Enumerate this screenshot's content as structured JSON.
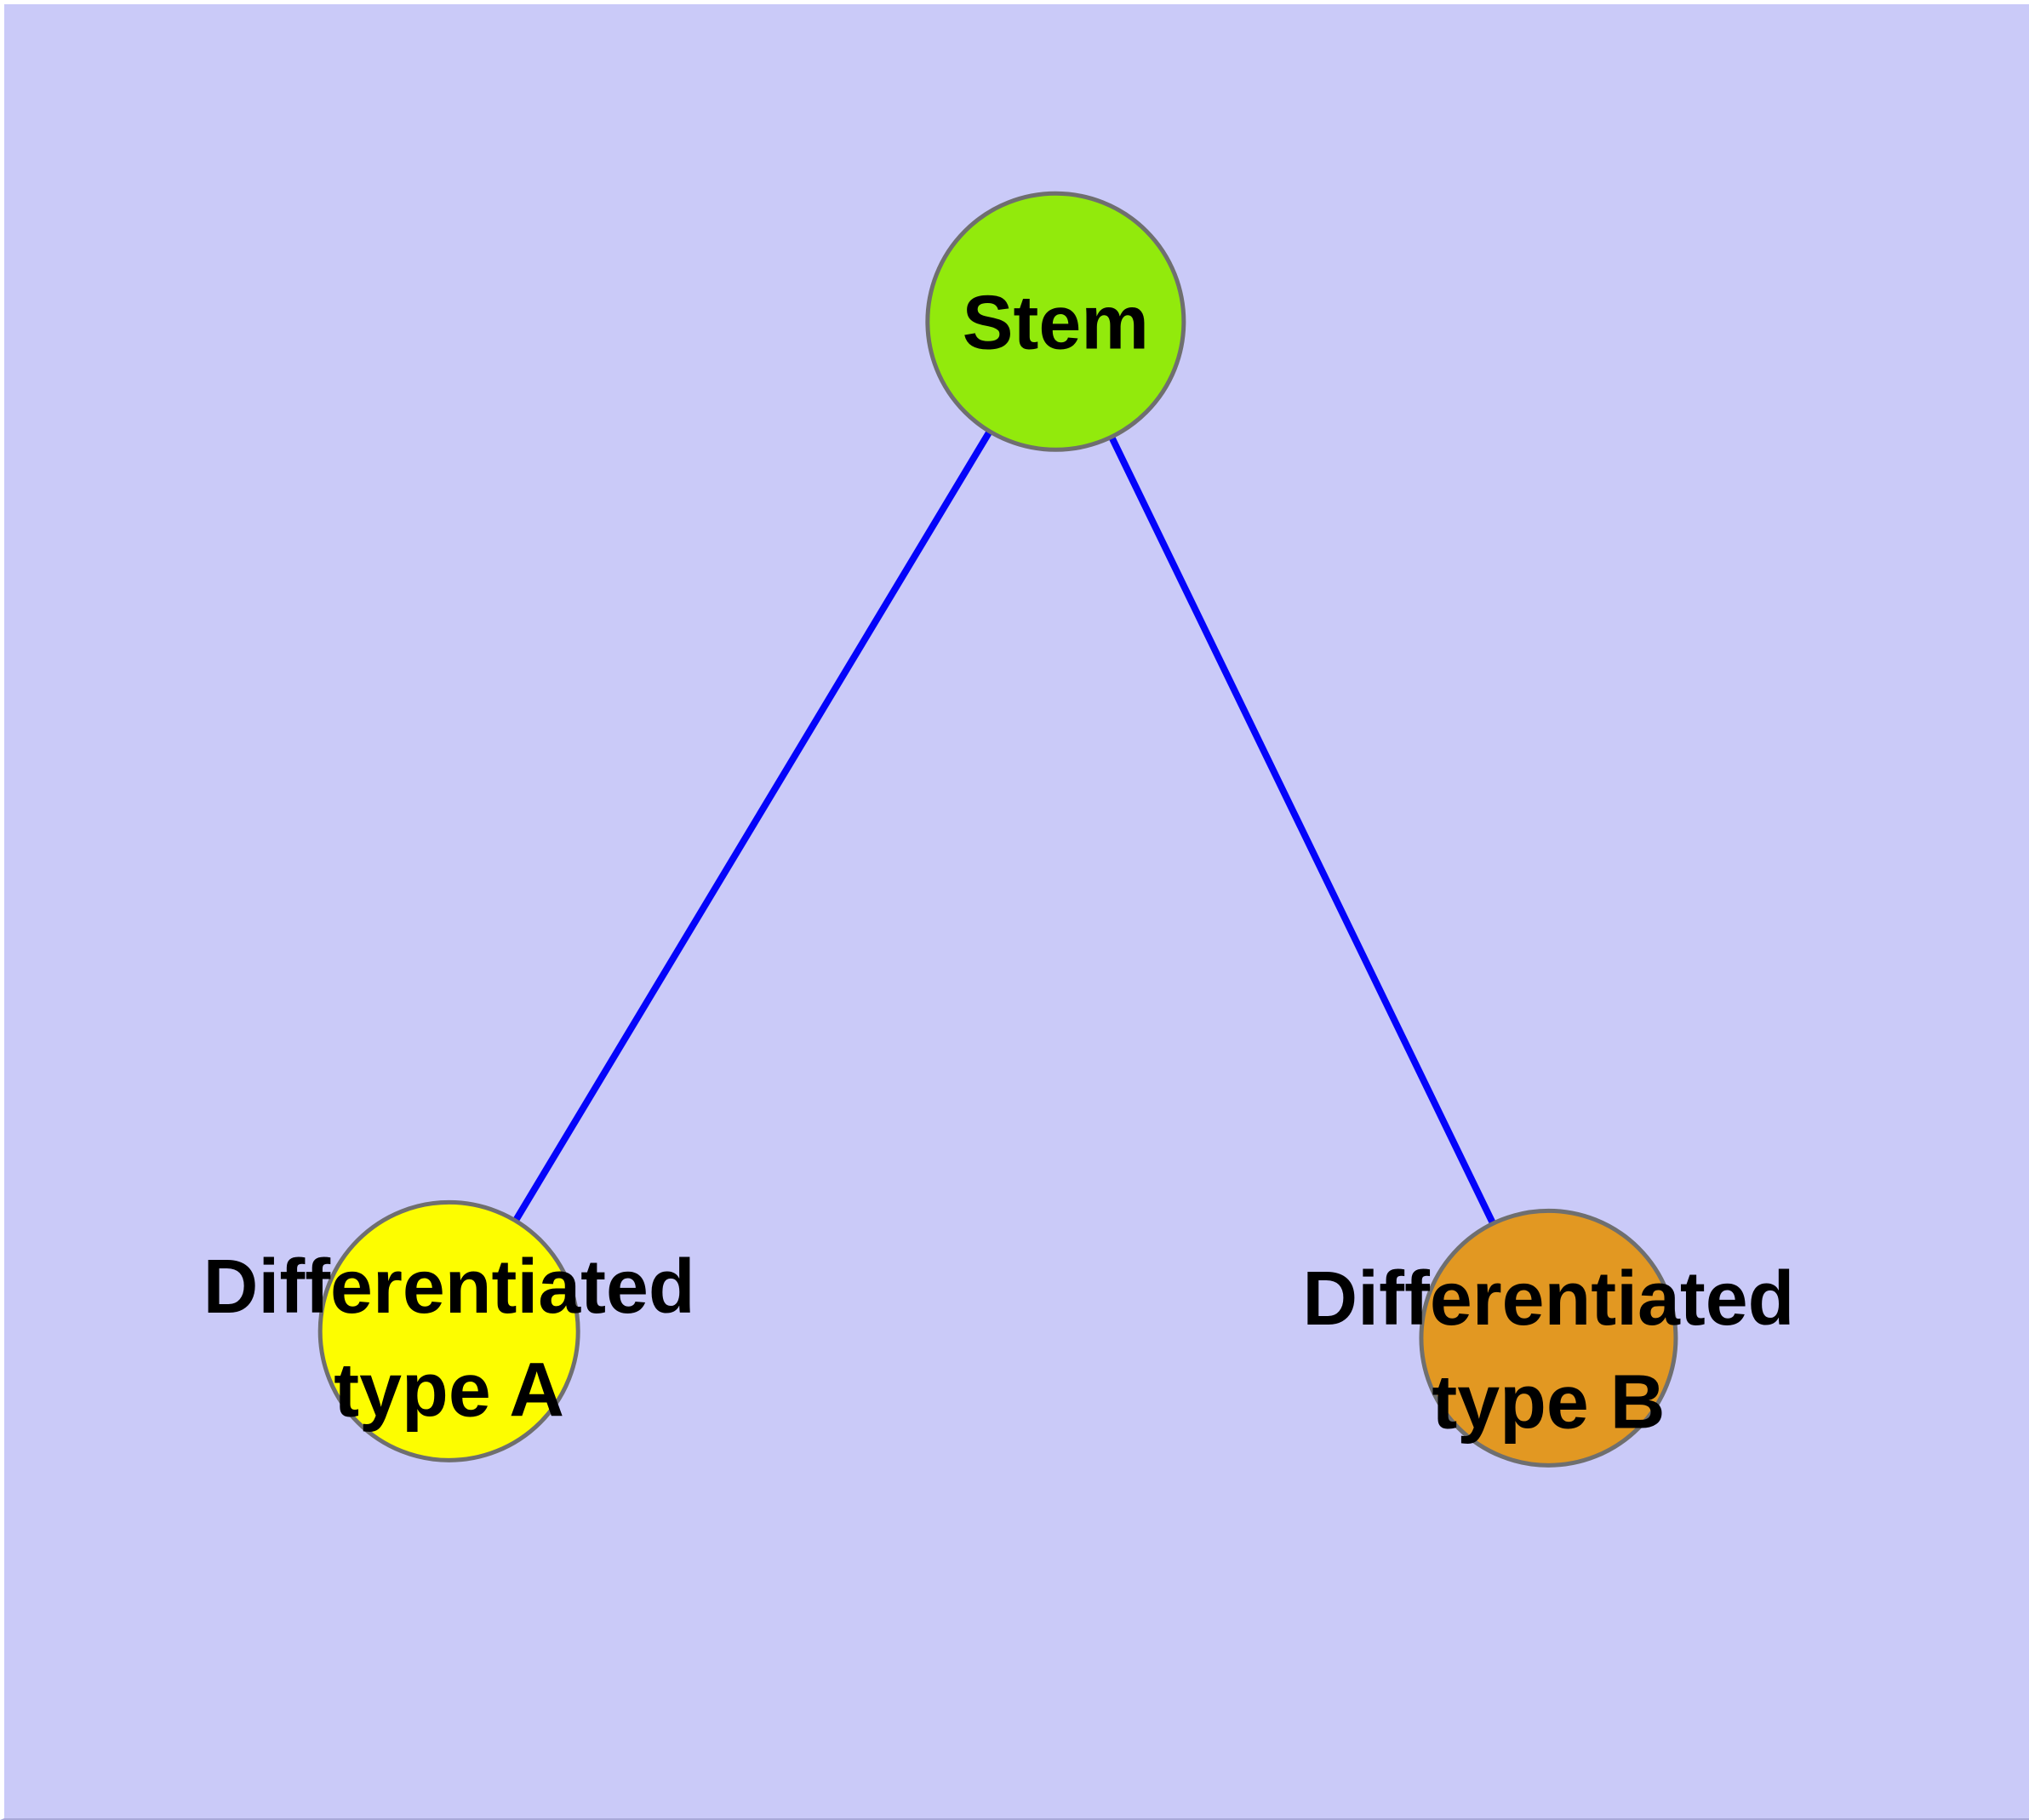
{
  "diagram": {
    "background_color": "#cacaf8",
    "edge_color": "#0404fa",
    "node_border_color": "#6f6f6f",
    "label_color": "#000000",
    "nodes": {
      "stem": {
        "label": "Stem",
        "fill": "#92ea0c"
      },
      "type_a": {
        "label_line1": "Differentiated",
        "label_line2": "type A",
        "fill": "#fdfd00"
      },
      "type_b": {
        "label_line1": "Differentiated",
        "label_line2": "type B",
        "fill": "#e29822"
      }
    },
    "edges": [
      {
        "from": "Stem",
        "to": "Differentiated type A"
      },
      {
        "from": "Stem",
        "to": "Differentiated type B"
      }
    ]
  }
}
